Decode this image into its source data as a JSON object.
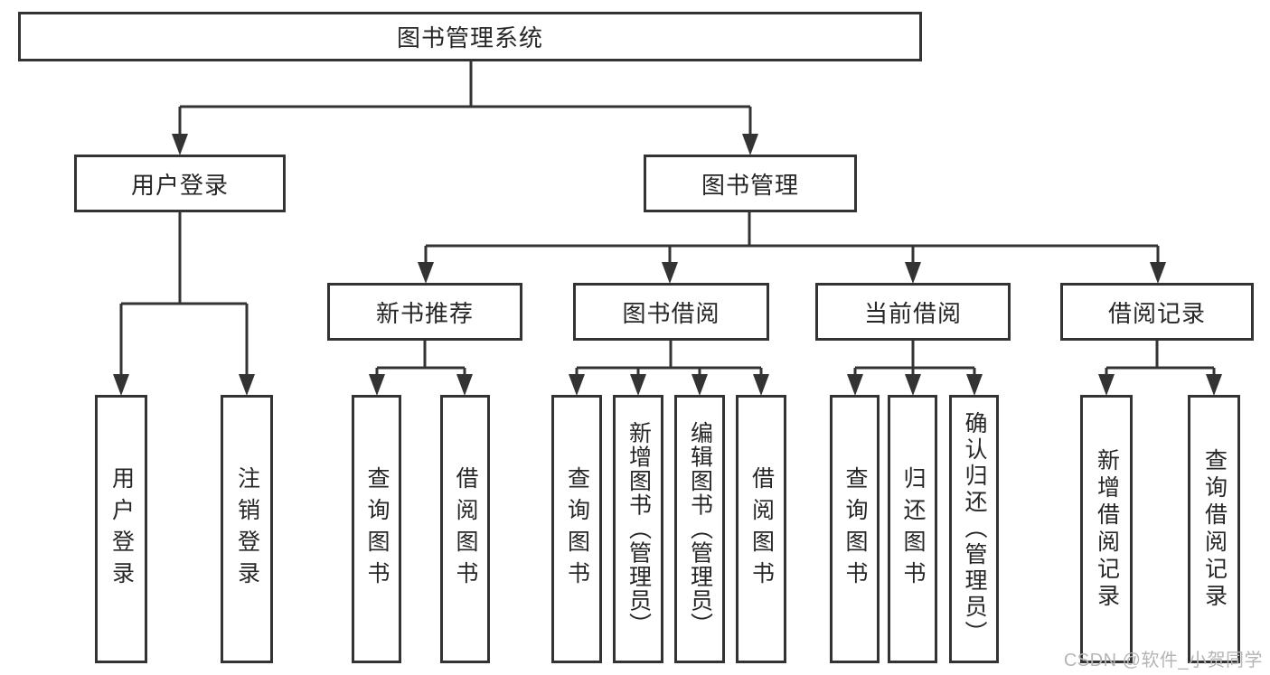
{
  "diagram": {
    "root": "图书管理系统",
    "level2": [
      "用户登录",
      "图书管理"
    ],
    "level3": [
      "新书推荐",
      "图书借阅",
      "当前借阅",
      "借阅记录"
    ],
    "user_login_children": [
      "用户登录",
      "注销登录"
    ],
    "new_book_children": [
      "查询图书",
      "借阅图书"
    ],
    "book_borrow_children": [
      "查询图书",
      "新增图书（管理员）",
      "编辑图书（管理员）",
      "借阅图书"
    ],
    "current_borrow_children": [
      "查询图书",
      "归还图书",
      "确认归还（管理员）"
    ],
    "record_children": [
      "新增借阅记录",
      "查询借阅记录"
    ]
  },
  "watermark": "CSDN @软件_小贺同学",
  "colors": {
    "line": "#333333",
    "border": "#333333",
    "text": "#262626",
    "watermark": "#b5b5b5",
    "background": "#ffffff"
  }
}
